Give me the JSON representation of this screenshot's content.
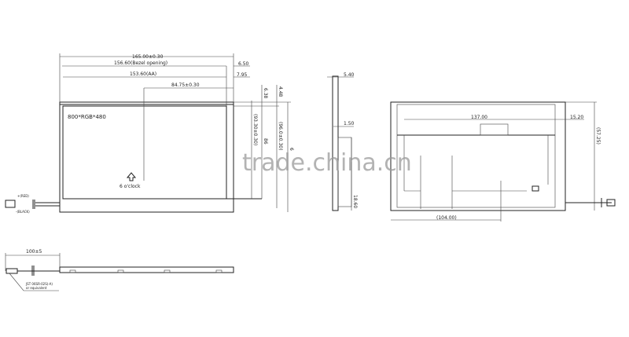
{
  "front_view": {
    "width_overall": "165.00±0.30",
    "bezel_opening": "156.60(Bezel opening)",
    "active_area_width": "153.60(AA)",
    "center_offset": "84.75±0.30",
    "right_margin_1": "6.50",
    "right_margin_2": "7.95",
    "resolution": "800*RGB*480",
    "viewing_direction": "6 o'clock",
    "top_margin_1": "6.38",
    "top_margin_2": "4.48",
    "active_area_height": "(93.30±0.30)",
    "bezel_height": "(96.0±0.30)",
    "height_dim_3": "86",
    "height_dim_4": "6"
  },
  "wire_labels": {
    "red": "+(RED)",
    "black": "-(BLACK)"
  },
  "side_view": {
    "thickness": "5.40",
    "step": "1.50",
    "bottom": "18.60"
  },
  "rear_view": {
    "width": "137.00",
    "offset": "15.20",
    "height": "(57.25)",
    "bottom_width": "(104.00)"
  },
  "bottom_view": {
    "cable_length": "100±5",
    "connector_note_1": "JST 06SR-02S(-A)",
    "connector_note_2": "or equivalent"
  },
  "watermark": "trade.china.cn"
}
